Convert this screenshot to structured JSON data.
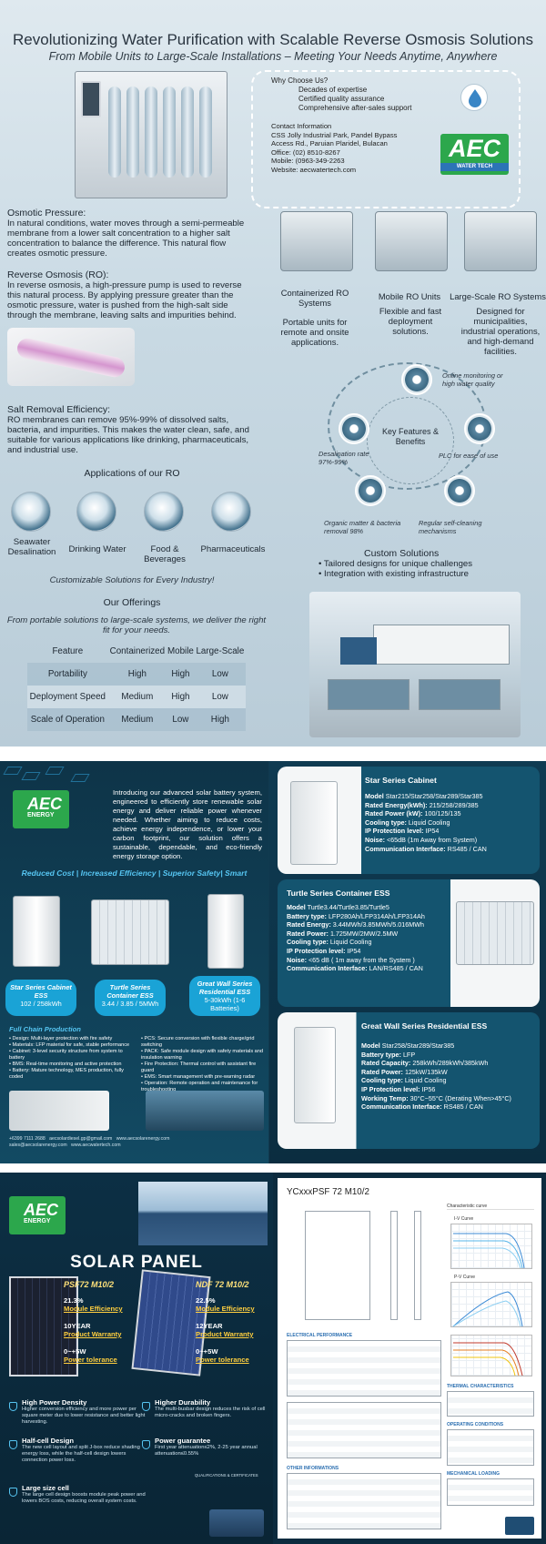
{
  "ro": {
    "title": "Revolutionizing Water Purification with Scalable Reverse Osmosis Solutions",
    "subtitle": "From Mobile Units to Large-Scale Installations – Meeting Your Needs Anytime, Anywhere",
    "why_heading": "Why Choose Us?",
    "why_items": [
      "Decades of expertise",
      "Certified quality assurance",
      "Comprehensive after-sales support"
    ],
    "contact_heading": "Contact Information",
    "contact_lines": [
      "CSS Jolly Industrial Park, Pandel Bypass",
      "Access Rd., Paruian Plaridel, Bulacan",
      "Office: (02) 8510-8267",
      "Mobile: (0963-349-2263",
      "Website: aecwatertech.com"
    ],
    "logo_text": "AEC",
    "logo_sub": "WATER TECH",
    "osmotic_heading": "Osmotic Pressure:",
    "osmotic_text": "In natural conditions, water moves through a semi-permeable membrane from a lower salt concentration to a higher salt concentration to balance the difference. This natural flow creates osmotic pressure.",
    "ro_heading": "Reverse Osmosis (RO):",
    "ro_text": "In reverse osmosis, a high-pressure pump is used to reverse this natural process. By applying pressure greater than the osmotic pressure, water is pushed from the high-salt side through the membrane, leaving salts and impurities behind.",
    "salt_heading": "Salt Removal Efficiency:",
    "salt_text": "RO membranes can remove 95%-99% of dissolved salts, bacteria, and impurities. This makes the water clean, safe, and suitable for various applications like drinking, pharmaceuticals, and industrial use.",
    "products": [
      {
        "title": "Containerized RO Systems",
        "desc": "Portable units for remote and onsite applications."
      },
      {
        "title": "Mobile RO Units",
        "desc": "Flexible and fast deployment solutions."
      },
      {
        "title": "Large-Scale RO Systems",
        "desc": "Designed for municipalities, industrial operations, and high-demand facilities."
      }
    ],
    "key_features_label": "Key Features & Benefits",
    "features": [
      "Online monitoring or high water quality",
      "PLC for ease of use",
      "Regular self-cleaning mechanisms",
      "Organic matter & bacteria removal 98%",
      "Desalination rate 97%-99%"
    ],
    "applications_heading": "Applications of our RO",
    "applications": [
      "Seawater Desalination",
      "Drinking Water",
      "Food & Beverages",
      "Pharmaceuticals"
    ],
    "customizable": "Customizable Solutions for Every Industry!",
    "offerings_heading": "Our Offerings",
    "offerings_sub": "From portable solutions to large-scale systems, we deliver the right fit for your needs.",
    "table": {
      "headers": [
        "Feature",
        "Containerized",
        "Mobile",
        "Large-Scale"
      ],
      "rows": [
        [
          "Portability",
          "High",
          "High",
          "Low"
        ],
        [
          "Deployment Speed",
          "Medium",
          "High",
          "Low"
        ],
        [
          "Scale of Operation",
          "Medium",
          "Low",
          "High"
        ]
      ]
    },
    "custom_heading": "Custom Solutions",
    "custom_items": [
      "Tailored designs for unique challenges",
      "Integration with existing infrastructure"
    ]
  },
  "ess": {
    "logo_text": "AEC",
    "logo_sub": "ENERGY",
    "intro": "Introducing our advanced solar battery system, engineered to efficiently store renewable solar energy and deliver reliable power whenever needed. Whether aiming to reduce costs, achieve energy independence, or lower your carbon footprint, our solution offers a sustainable, dependable, and eco-friendly energy storage option.",
    "banner": "Reduced Cost | Increased Efficiency | Superior Safety| Smart",
    "pills": [
      {
        "name": "Star Series Cabinet ESS",
        "value": "102 / 258kWh"
      },
      {
        "name": "Turtle Series Container ESS",
        "value": "3.44 / 3.85 / 5MWh"
      },
      {
        "name": "Great Wall Series Residential ESS",
        "value": "5-30kWh (1-6 Batteries)"
      }
    ],
    "fc_heading": "Full Chain Production",
    "fc_left": [
      "Design: Multi-layer protection with fire safety",
      "Materials: LFP material for safe, stable performance",
      "Cabinet: 3-level security structure from system to battery",
      "BMS: Real-time monitoring and active protection",
      "Battery: Mature technology, MES production, fully coded"
    ],
    "fc_right": [
      "PCS: Secure conversion with flexible charge/grid switching",
      "PACK: Safe module design with safety materials and insulation warning",
      "Fire Protection: Thermal control with assistant fire guard",
      "EMS: Smart management with pre-warning radar",
      "Operation: Remote operation and maintenance for troubleshooting"
    ],
    "contact": [
      "+6399 7111 2688",
      "aecsolardiesel.gp@gmail.com",
      "sales@aecsolarenergy.com",
      "www.aecsolarenergy.com",
      "www.aecwatertech.com"
    ],
    "cards": [
      {
        "title": "Star Series Cabinet",
        "specs": [
          [
            "Model",
            "Star215/Star258/Star289/Star385"
          ],
          [
            "Rated Energy(kWh):",
            "215/258/289/385"
          ],
          [
            "Rated Power (kW):",
            "100/125/135"
          ],
          [
            "Cooling type:",
            "Liquid Cooling"
          ],
          [
            "IP Protection level:",
            "IP54"
          ],
          [
            "Noise:",
            "<65dB (1m Away from System)"
          ],
          [
            "Communication Interface:",
            "RS485 / CAN"
          ]
        ]
      },
      {
        "title": "Turtle Series Container ESS",
        "specs": [
          [
            "Model",
            "Turtle3.44/Turtle3.85/Turtle5"
          ],
          [
            "Battery type:",
            "LFP280Ah/LFP314Ah/LFP314Ah"
          ],
          [
            "Rated Energy:",
            "3.44MWh/3.85MWh/5.016MWh"
          ],
          [
            "Rated Power:",
            "1.725MW/2MW/2.5MW"
          ],
          [
            "Cooling type:",
            "Liquid Cooling"
          ],
          [
            "IP Protection level:",
            "IP54"
          ],
          [
            "Noise:",
            "<65 dB ( 1m away from the System )"
          ],
          [
            "Communication Interface:",
            "LAN/RS485 / CAN"
          ]
        ]
      },
      {
        "title": "Great Wall Series Residential ESS",
        "specs": [
          [
            "Model",
            "Star258/Star289/Star385"
          ],
          [
            "Battery type:",
            "LFP"
          ],
          [
            "Rated Capacity:",
            "258kWh/289kWh/385kWh"
          ],
          [
            "Rated Power:",
            "125kW/135kW"
          ],
          [
            "Cooling type:",
            "Liquid Cooling"
          ],
          [
            "IP Protection level:",
            "IP56"
          ],
          [
            "Working Temp:",
            "30°C~55°C (Derating When>45°C)"
          ],
          [
            "Communication Interface:",
            "RS485 / CAN"
          ]
        ]
      }
    ]
  },
  "solar": {
    "logo_text": "AEC",
    "logo_sub": "ENERGY",
    "title": "SOLAR PANEL",
    "panels": [
      {
        "name": "PSF72 M10/2",
        "efficiency": "21.3%",
        "eff_label": "Module Efficiency",
        "warranty": "10YEAR",
        "warranty_label": "Product Warranty",
        "tolerance": "0~+5W",
        "tol_label": "Power tolerance"
      },
      {
        "name": "NDF 72 M10/2",
        "efficiency": "22.5%",
        "eff_label": "Module Efficiency",
        "warranty": "12YEAR",
        "warranty_label": "Product Warranty",
        "tolerance": "0~+5W",
        "tol_label": "Power tolerance"
      }
    ],
    "features_left": [
      {
        "title": "High Power Density",
        "text": "Higher conversion efficiency and more power per square meter due to lower resistance and better light harvesting."
      },
      {
        "title": "Half-cell Design",
        "text": "The new cell layout and split J-box reduce shading energy loss, while the half-cell design lowers connection power loss."
      },
      {
        "title": "Large size cell",
        "text": "The large cell design boosts module peak power and lowers BOS costs, reducing overall system costs."
      }
    ],
    "features_right": [
      {
        "title": "Higher Durability",
        "text": "The multi-busbar design reduces the risk of cell micro-cracks and broken fingers."
      },
      {
        "title": "Power guarantee",
        "text": "First year attenuation≤2%, 2-25 year annual attenuation≤0.55%"
      }
    ],
    "qualifications": "QUALIFICATIONS & CERTIFICATES",
    "datasheet": {
      "model": "YCxxxPSF 72 M10/2",
      "characteristic": "Characteristic curve",
      "iv_curve": "I-V Curve",
      "pv_curve": "P-V Curve",
      "electrical": "ELECTRICAL PERFORMANCE",
      "other": "OTHER INFORMATIONS",
      "thermal": "THERMAL CHARACTERISTICS",
      "operating": "OPERATING CONDITIONS",
      "mechanical": "MECHANICAL LOADING"
    }
  }
}
